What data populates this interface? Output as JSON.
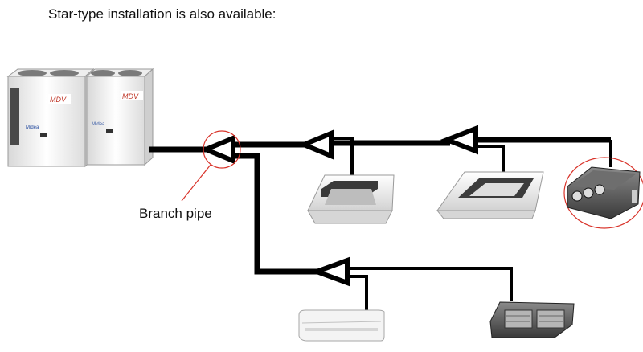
{
  "title": "Star-type installation is also available:",
  "branch_label": "Branch pipe",
  "outdoor_unit": {
    "brand_top": "MDV",
    "brand_small": "Midea"
  },
  "colors": {
    "pipe": "#000000",
    "highlight": "#d9342b",
    "unit_body": "#f2f2f2",
    "unit_dark": "#5a5a5a"
  }
}
